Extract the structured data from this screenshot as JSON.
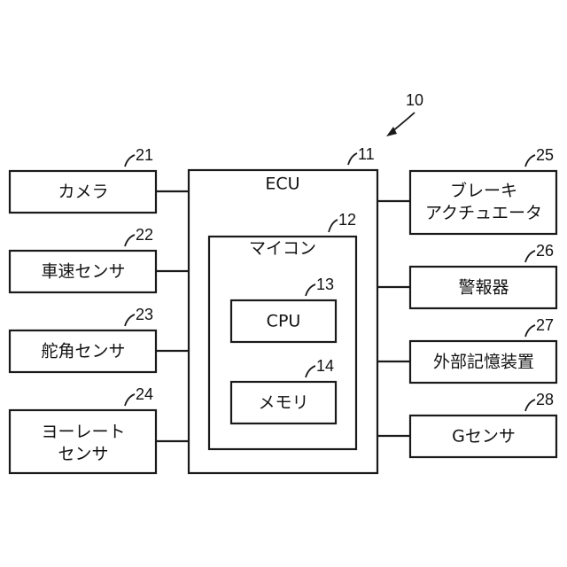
{
  "system": {
    "ref": "10"
  },
  "ecu": {
    "label": "ECU",
    "ref": "11"
  },
  "microcomputer": {
    "label": "マイコン",
    "ref": "12"
  },
  "cpu": {
    "label": "CPU",
    "ref": "13"
  },
  "memory": {
    "label": "メモリ",
    "ref": "14"
  },
  "inputs": [
    {
      "lines": [
        "カメラ"
      ],
      "ref": "21"
    },
    {
      "lines": [
        "車速センサ"
      ],
      "ref": "22"
    },
    {
      "lines": [
        "舵角センサ"
      ],
      "ref": "23"
    },
    {
      "lines": [
        "ヨーレート",
        "センサ"
      ],
      "ref": "24"
    }
  ],
  "outputs": [
    {
      "lines": [
        "ブレーキ",
        "アクチュエータ"
      ],
      "ref": "25"
    },
    {
      "lines": [
        "警報器"
      ],
      "ref": "26"
    },
    {
      "lines": [
        "外部記憶装置"
      ],
      "ref": "27"
    },
    {
      "lines": [
        "Gセンサ"
      ],
      "ref": "28"
    }
  ]
}
